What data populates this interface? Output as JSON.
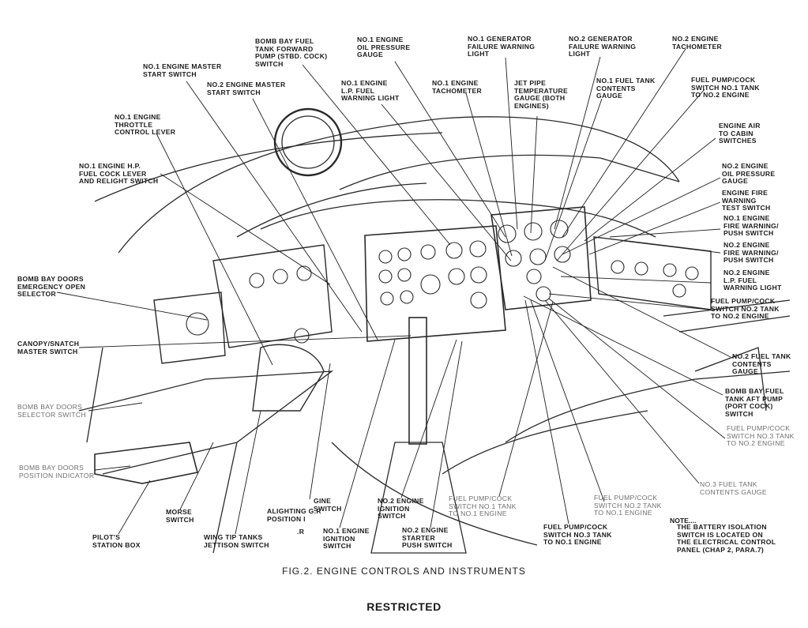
{
  "figure": {
    "caption": "FIG.2. ENGINE CONTROLS AND INSTRUMENTS",
    "classification": "RESTRICTED"
  },
  "note": {
    "heading": "NOTE....",
    "text": "THE BATTERY ISOLATION\nSWITCH IS LOCATED ON\nTHE ELECTRICAL CONTROL\nPANEL (CHAP 2, PARA.7)"
  },
  "callouts": {
    "bomb_bay_fuel_tank_fwd_pump": "BOMB BAY FUEL\nTANK FORWARD\nPUMP (STBD. COCK)\nSWITCH",
    "no1_engine_oil_pressure": "No.1 ENGINE\nOIL PRESSURE\nGAUGE",
    "no1_generator_failure": "No.1 GENERATOR\nFAILURE WARNING\nLIGHT",
    "no2_generator_failure": "No.2 GENERATOR\nFAILURE WARNING\nLIGHT",
    "no2_engine_tachometer": "No.2 ENGINE\nTACHOMETER",
    "no1_engine_master_start": "No.1 ENGINE MASTER\nSTART SWITCH",
    "no2_engine_master_start": "No.2 ENGINE MASTER\nSTART SWITCH",
    "no1_engine_lp_fuel_warning": "No.1 ENGINE\nL.P. FUEL\nWARNING LIGHT",
    "no1_engine_tachometer": "No.1 ENGINE\nTACHOMETER",
    "jet_pipe_temp": "JET PIPE\nTEMPERATURE\nGAUGE (BOTH\nENGINES)",
    "no1_fuel_tank_contents": "No.1 FUEL TANK\nCONTENTS\nGAUGE",
    "fuel_pump_no1_to_no2": "FUEL PUMP/COCK\nSWITCH No.1 TANK\nTO No.2 ENGINE",
    "no1_engine_throttle": "No.1 ENGINE\nTHROTTLE\nCONTROL LEVER",
    "engine_air_to_cabin": "ENGINE AIR\nTO CABIN\nSWITCHES",
    "no1_engine_hp_fuel_cock": "No.1 ENGINE H.P.\nFUEL COCK LEVER\nAND RELIGHT SWITCH",
    "no2_engine_oil_pressure": "No.2 ENGINE\nOIL PRESSURE\nGAUGE",
    "engine_fire_warning_test": "ENGINE FIRE\nWARNING\nTEST SWITCH",
    "no1_engine_fire_warning": "No.1 ENGINE\nFIRE WARNING/\nPUSH SWITCH",
    "no2_engine_fire_warning": "No.2 ENGINE\nFIRE WARNING/\nPUSH SWITCH",
    "bomb_bay_doors_emergency": "BOMB BAY DOORS\nEMERGENCY OPEN\nSELECTOR",
    "no2_engine_lp_fuel": "No.2 ENGINE\nL.P. FUEL\nWARNING LIGHT",
    "fuel_pump_no2_to_no2": "FUEL PUMP/COCK\nSWITCH No.2 TANK\nTO No.2 ENGINE",
    "canopy_snatch": "CANOPY/SNATCH\nMASTER SWITCH",
    "no2_fuel_tank_contents": "No.2 FUEL TANK\nCONTENTS\nGAUGE",
    "bomb_bay_fuel_tank_aft": "BOMB BAY FUEL\nTANK AFT PUMP\n(PORT COCK)\nSWITCH",
    "bomb_bay_doors_selector": "BOMB BAY DOORS\nSELECTOR SWITCH",
    "fuel_pump_no3_to_no2": "FUEL PUMP/COCK\nSWITCH No.3 TANK\nTO No.2 ENGINE",
    "bomb_bay_doors_position": "BOMB BAY DOORS\nPOSITION INDICATOR",
    "no3_fuel_tank_contents": "No.3 FUEL TANK\nCONTENTS GAUGE",
    "fuel_pump_no1_to_no1": "FUEL PUMP/COCK\nSWITCH No.1 TANK\nTO No.1 ENGINE",
    "fuel_pump_no2_to_no1": "FUEL PUMP/COCK\nSWITCH No.2 TANK\nTO No.1 ENGINE",
    "alighting": "ALIGHTING G.R\nPOSITION I",
    "gine_switch": "GINE\nSWITCH",
    "r_fragment": ".R",
    "no2_engine_ignition": "No.2 ENGINE\nIGNITION\nSWITCH",
    "morse_switch": "MORSE\nSWITCH",
    "pilots_station_box": "PILOT'S\nSTATION BOX",
    "wing_tip_tanks": "WING TIP TANKS\nJETTISON SWITCH",
    "no1_engine_ignition": "No.1 ENGINE\nIGNITION\nSWITCH",
    "no2_engine_starter": "No.2 ENGINE\nSTARTER\nPUSH SWITCH",
    "fuel_pump_no3_to_no1": "FUEL PUMP/COCK\nSWITCH No.3 TANK\nTO No.1 ENGINE"
  }
}
